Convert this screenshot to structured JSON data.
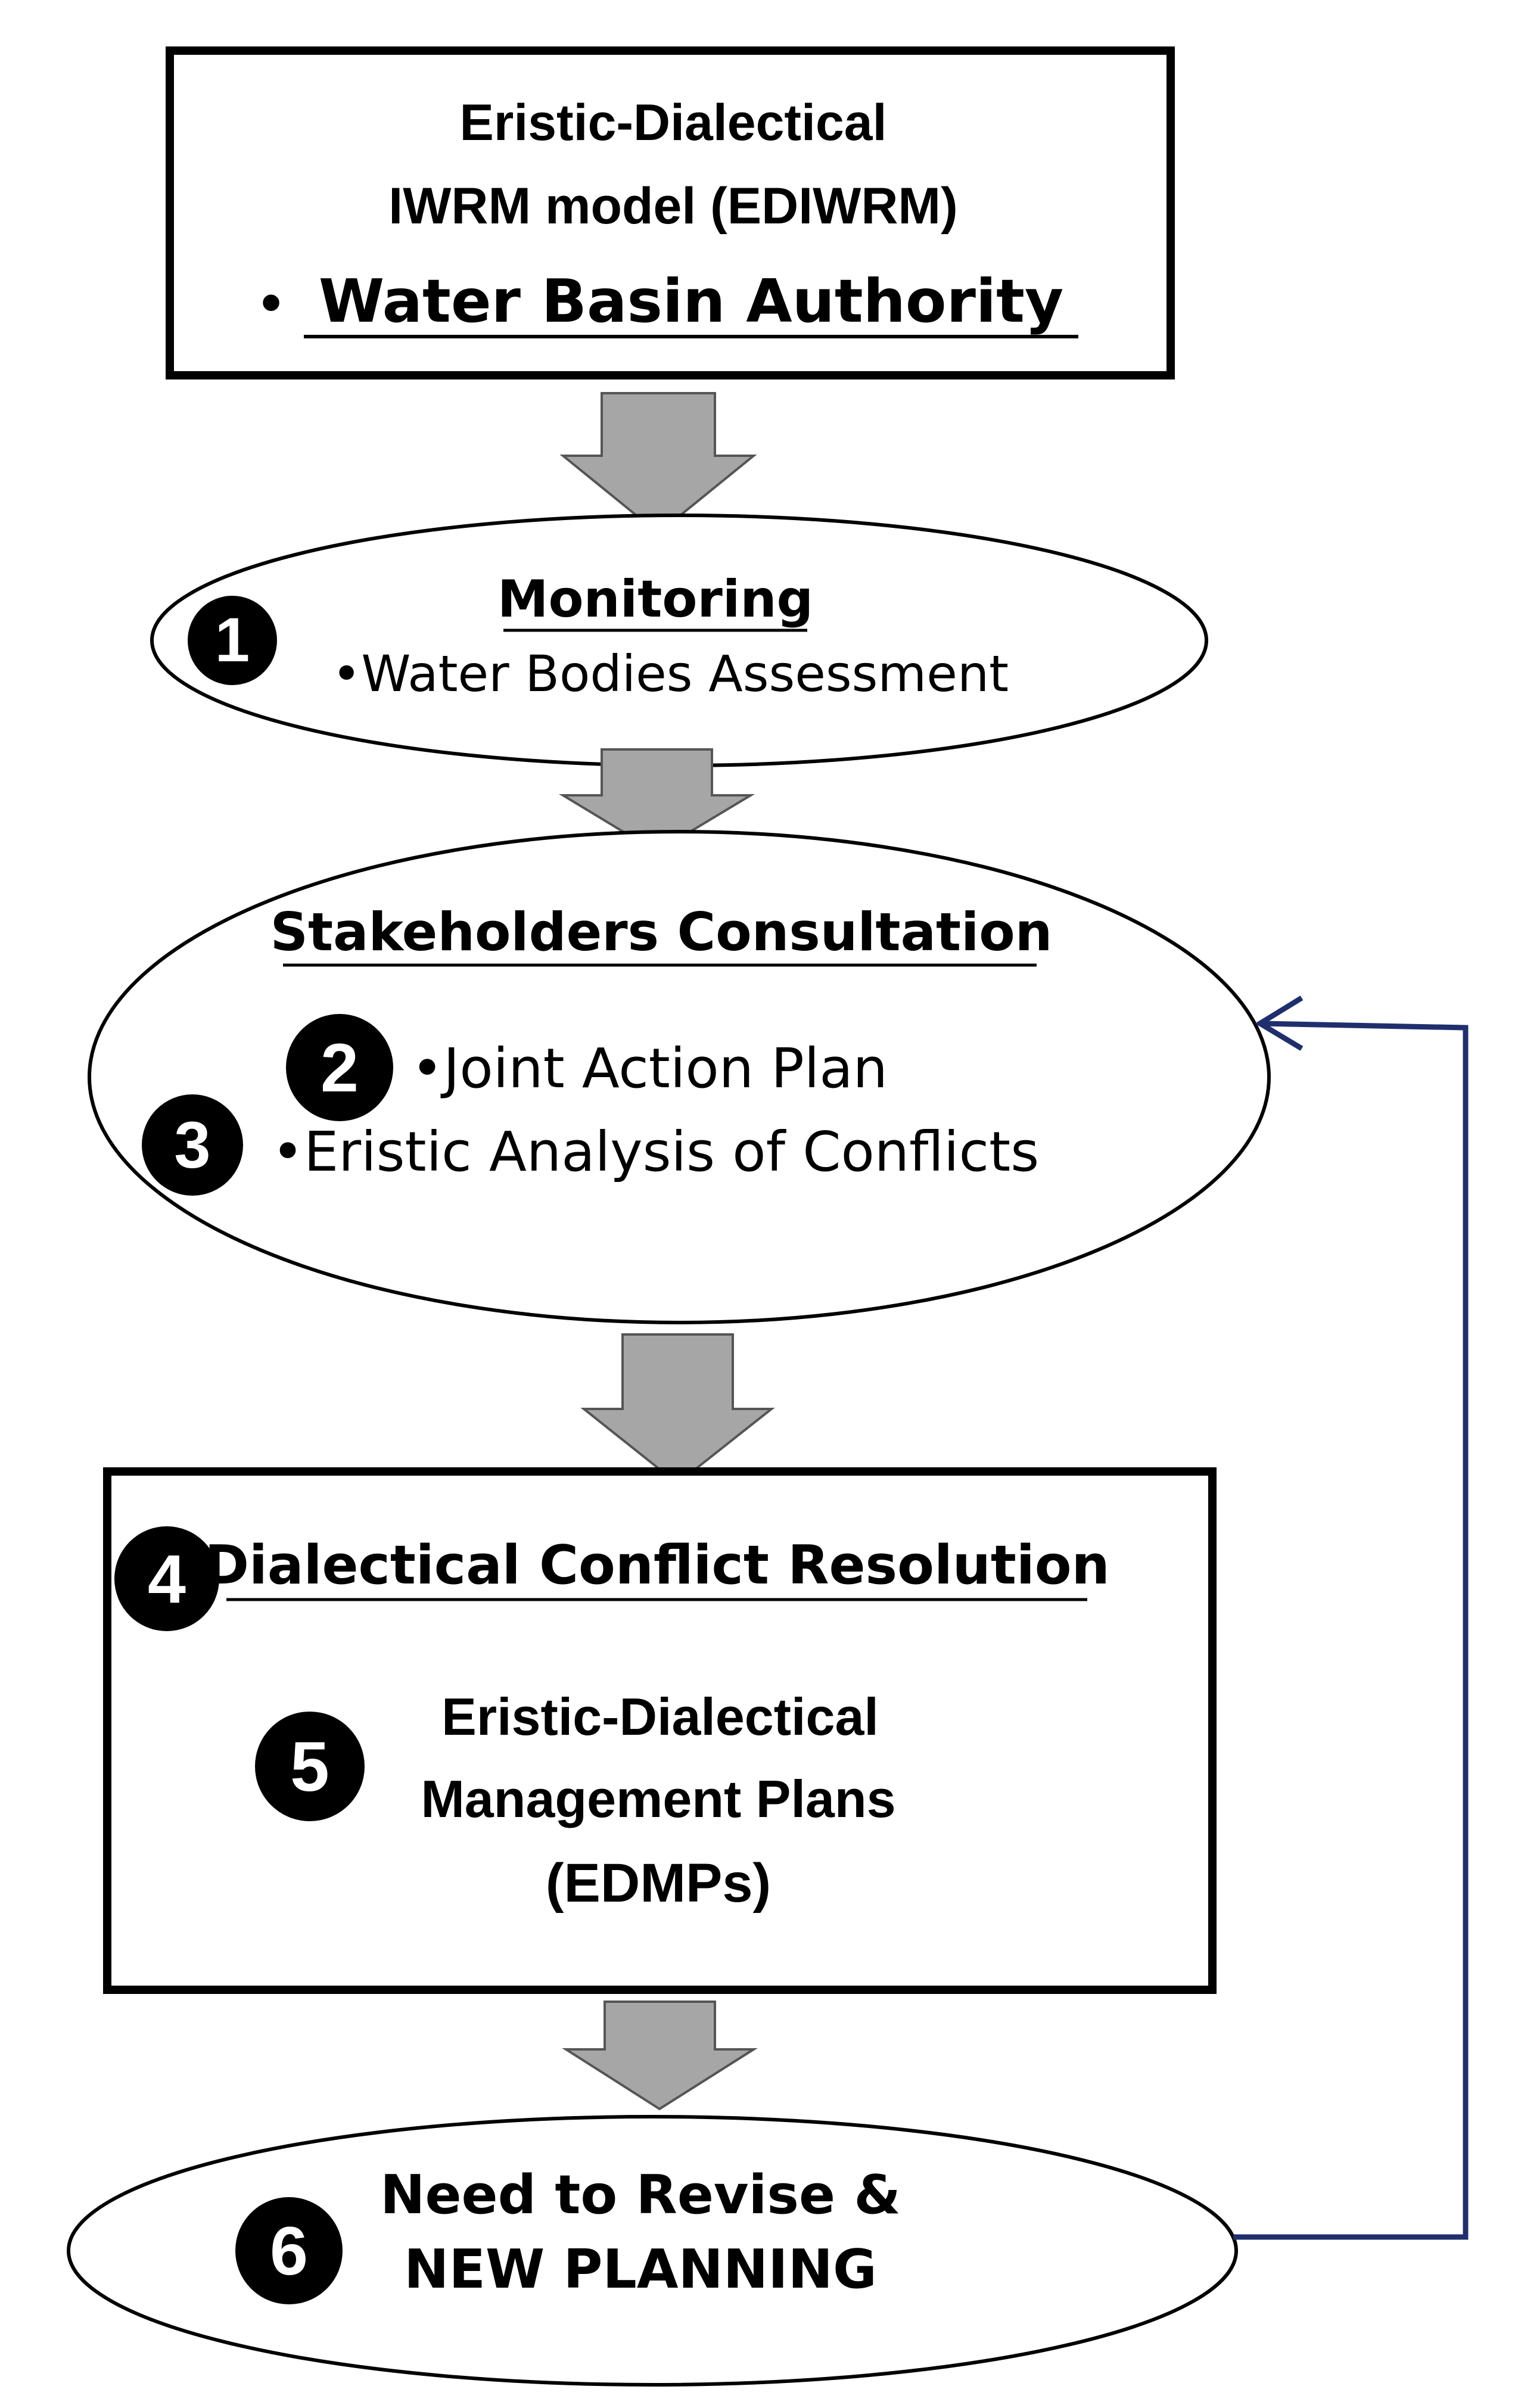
{
  "top_box": {
    "line1": "Eristic-Dialectical",
    "line2": "IWRM model (EDIWRM)",
    "bullet": "•",
    "authority": "Water Basin Authority"
  },
  "monitoring": {
    "number": "1",
    "title": "Monitoring",
    "item": "•Water Bodies Assessment"
  },
  "consultation": {
    "title": "Stakeholders Consultation",
    "number2": "2",
    "item2": "•Joint Action Plan",
    "number3": "3",
    "item3": "•Eristic Analysis of Conflicts"
  },
  "resolution": {
    "number4": "4",
    "title": "Dialectical Conflict Resolution",
    "number5": "5",
    "plan_line1": "Eristic-Dialectical",
    "plan_line2": "Management Plans",
    "plan_line3": "(EDMPs)"
  },
  "revise": {
    "number": "6",
    "line1": "Need to Revise &",
    "line2": "NEW PLANNING"
  },
  "colors": {
    "arrow_fill": "#a6a6a6",
    "feedback_line": "#1f2f6e",
    "stroke": "#000000"
  }
}
